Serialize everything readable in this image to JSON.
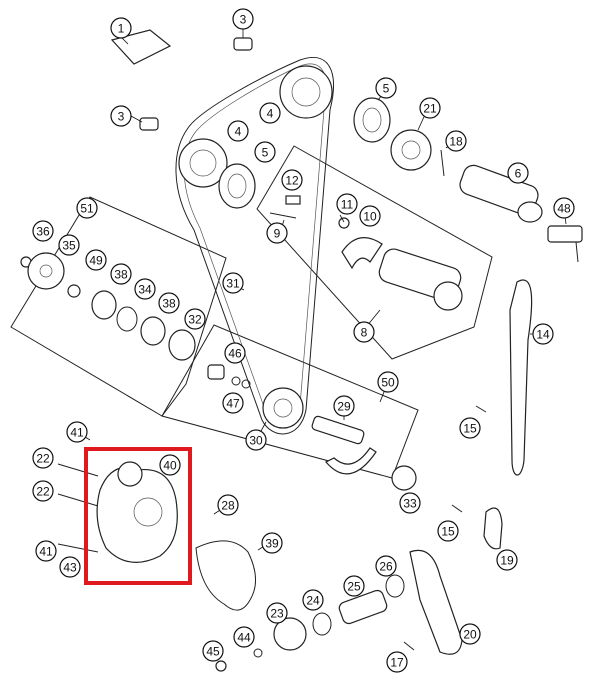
{
  "callouts": [
    "1",
    "3",
    "3",
    "4",
    "4",
    "5",
    "5",
    "21",
    "18",
    "6",
    "12",
    "11",
    "10",
    "9",
    "48",
    "51",
    "36",
    "35",
    "49",
    "38",
    "34",
    "38",
    "32",
    "31",
    "8",
    "14",
    "46",
    "47",
    "50",
    "29",
    "15",
    "30",
    "41",
    "40",
    "22",
    "22",
    "41",
    "43",
    "28",
    "33",
    "15",
    "39",
    "19",
    "26",
    "25",
    "24",
    "23",
    "44",
    "45",
    "17",
    "20"
  ],
  "highlight_color": "#e0191f"
}
